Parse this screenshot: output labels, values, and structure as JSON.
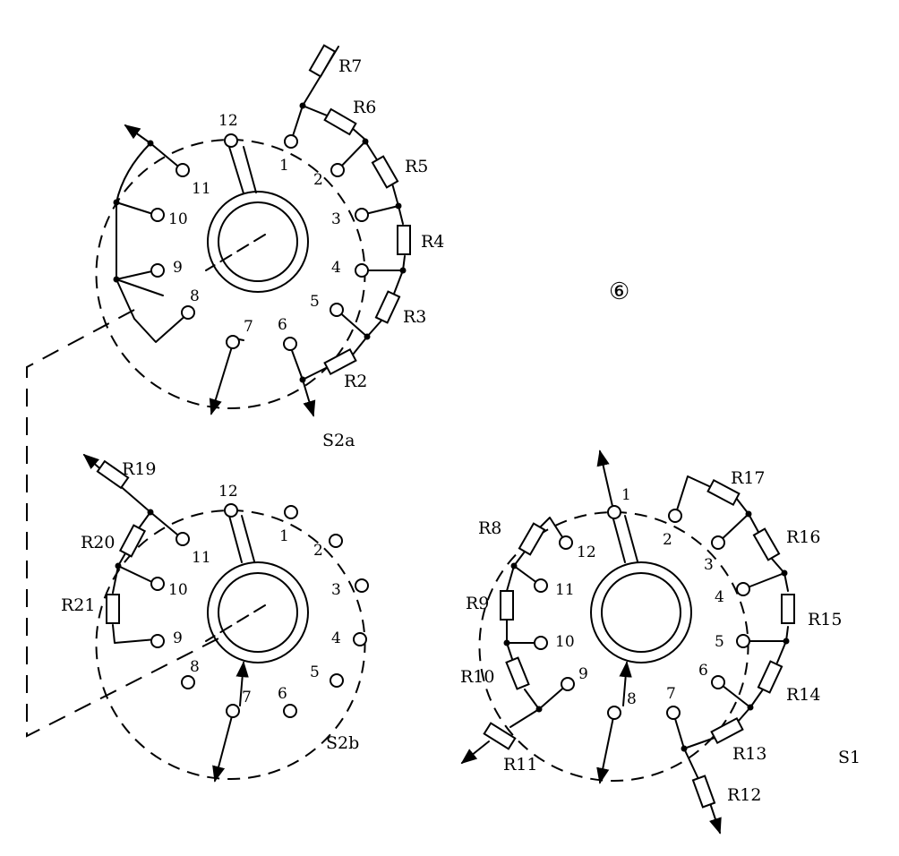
{
  "figure_number": "⑥",
  "switches": [
    {
      "name": "S2a",
      "positions": [
        "1",
        "2",
        "3",
        "4",
        "5",
        "6",
        "7",
        "8",
        "9",
        "10",
        "11",
        "12"
      ]
    },
    {
      "name": "S2b",
      "positions": [
        "1",
        "2",
        "3",
        "4",
        "5",
        "6",
        "7",
        "8",
        "9",
        "10",
        "11",
        "12"
      ]
    },
    {
      "name": "S1",
      "positions": [
        "1",
        "2",
        "3",
        "4",
        "5",
        "6",
        "7",
        "8",
        "9",
        "10",
        "11",
        "12"
      ]
    }
  ],
  "resistors": {
    "r2": "R2",
    "r3": "R3",
    "r4": "R4",
    "r5": "R5",
    "r6": "R6",
    "r7": "R7",
    "r8": "R8",
    "r9": "R9",
    "r10": "R10",
    "r11": "R11",
    "r12": "R12",
    "r13": "R13",
    "r14": "R14",
    "r15": "R15",
    "r16": "R16",
    "r17": "R17",
    "r19": "R19",
    "r20": "R20",
    "r21": "R21"
  }
}
